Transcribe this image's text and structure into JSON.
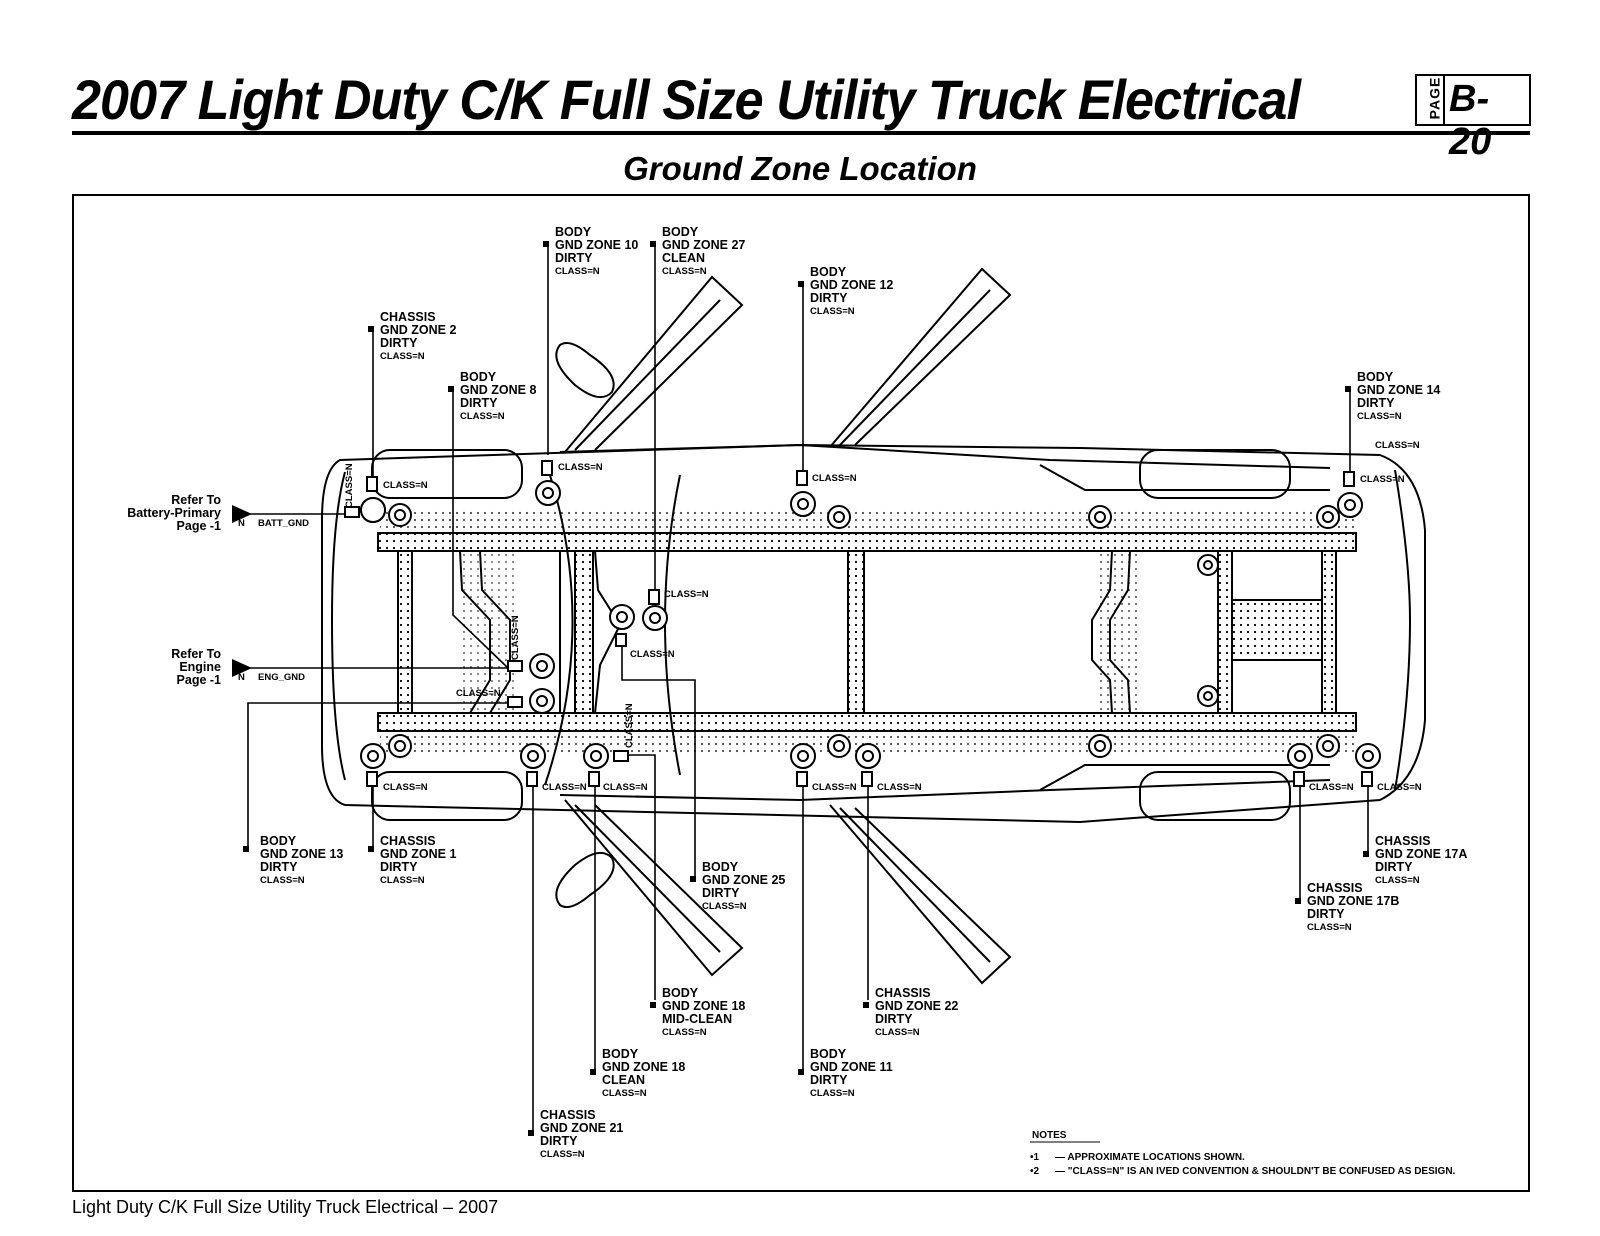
{
  "header": {
    "title": "2007 Light Duty C/K Full Size Utility Truck Electrical",
    "page_word": "PAGE",
    "page_number": "B-20",
    "subtitle": "Ground Zone Location"
  },
  "footer": "Light Duty C/K Full Size Utility Truck Electrical – 2007",
  "refs": [
    {
      "lines": [
        "Refer To",
        "Battery-Primary",
        "Page -1"
      ],
      "n": "N",
      "name": "BATT_GND"
    },
    {
      "lines": [
        "Refer To",
        "Engine",
        "Page -1"
      ],
      "n": "N",
      "name": "ENG_GND"
    }
  ],
  "class_tag": "CLASS=N",
  "zones": [
    {
      "l1": "BODY",
      "l2": "GND ZONE 10",
      "l3": "DIRTY",
      "cls": "CLASS=N"
    },
    {
      "l1": "BODY",
      "l2": "GND ZONE 27",
      "l3": "CLEAN",
      "cls": "CLASS=N"
    },
    {
      "l1": "BODY",
      "l2": "GND ZONE 12",
      "l3": "DIRTY",
      "cls": "CLASS=N"
    },
    {
      "l1": "CHASSIS",
      "l2": "GND ZONE 2",
      "l3": "DIRTY",
      "cls": "CLASS=N"
    },
    {
      "l1": "BODY",
      "l2": "GND ZONE 8",
      "l3": "DIRTY",
      "cls": "CLASS=N"
    },
    {
      "l1": "BODY",
      "l2": "GND ZONE 14",
      "l3": "DIRTY",
      "cls": "CLASS=N"
    },
    {
      "l1": "BODY",
      "l2": "GND ZONE 13",
      "l3": "DIRTY",
      "cls": "CLASS=N"
    },
    {
      "l1": "CHASSIS",
      "l2": "GND ZONE 1",
      "l3": "DIRTY",
      "cls": "CLASS=N"
    },
    {
      "l1": "BODY",
      "l2": "GND ZONE 25",
      "l3": "DIRTY",
      "cls": "CLASS=N"
    },
    {
      "l1": "BODY",
      "l2": "GND ZONE 18",
      "l3": "MID-CLEAN",
      "cls": "CLASS=N"
    },
    {
      "l1": "CHASSIS",
      "l2": "GND ZONE 22",
      "l3": "DIRTY",
      "cls": "CLASS=N"
    },
    {
      "l1": "BODY",
      "l2": "GND ZONE 18",
      "l3": "CLEAN",
      "cls": "CLASS=N"
    },
    {
      "l1": "BODY",
      "l2": "GND ZONE 11",
      "l3": "DIRTY",
      "cls": "CLASS=N"
    },
    {
      "l1": "CHASSIS",
      "l2": "GND ZONE 21",
      "l3": "DIRTY",
      "cls": "CLASS=N"
    },
    {
      "l1": "CHASSIS",
      "l2": "GND ZONE 17A",
      "l3": "DIRTY",
      "cls": "CLASS=N"
    },
    {
      "l1": "CHASSIS",
      "l2": "GND ZONE 17B",
      "l3": "DIRTY",
      "cls": "CLASS=N"
    }
  ],
  "notes": {
    "title": "NOTES",
    "items": [
      {
        "bullet": "•1",
        "text": "— APPROXIMATE LOCATIONS SHOWN."
      },
      {
        "bullet": "•2",
        "text": "— \"CLASS=N\" IS AN IVED CONVENTION & SHOULDN'T BE CONFUSED AS DESIGN."
      }
    ]
  }
}
